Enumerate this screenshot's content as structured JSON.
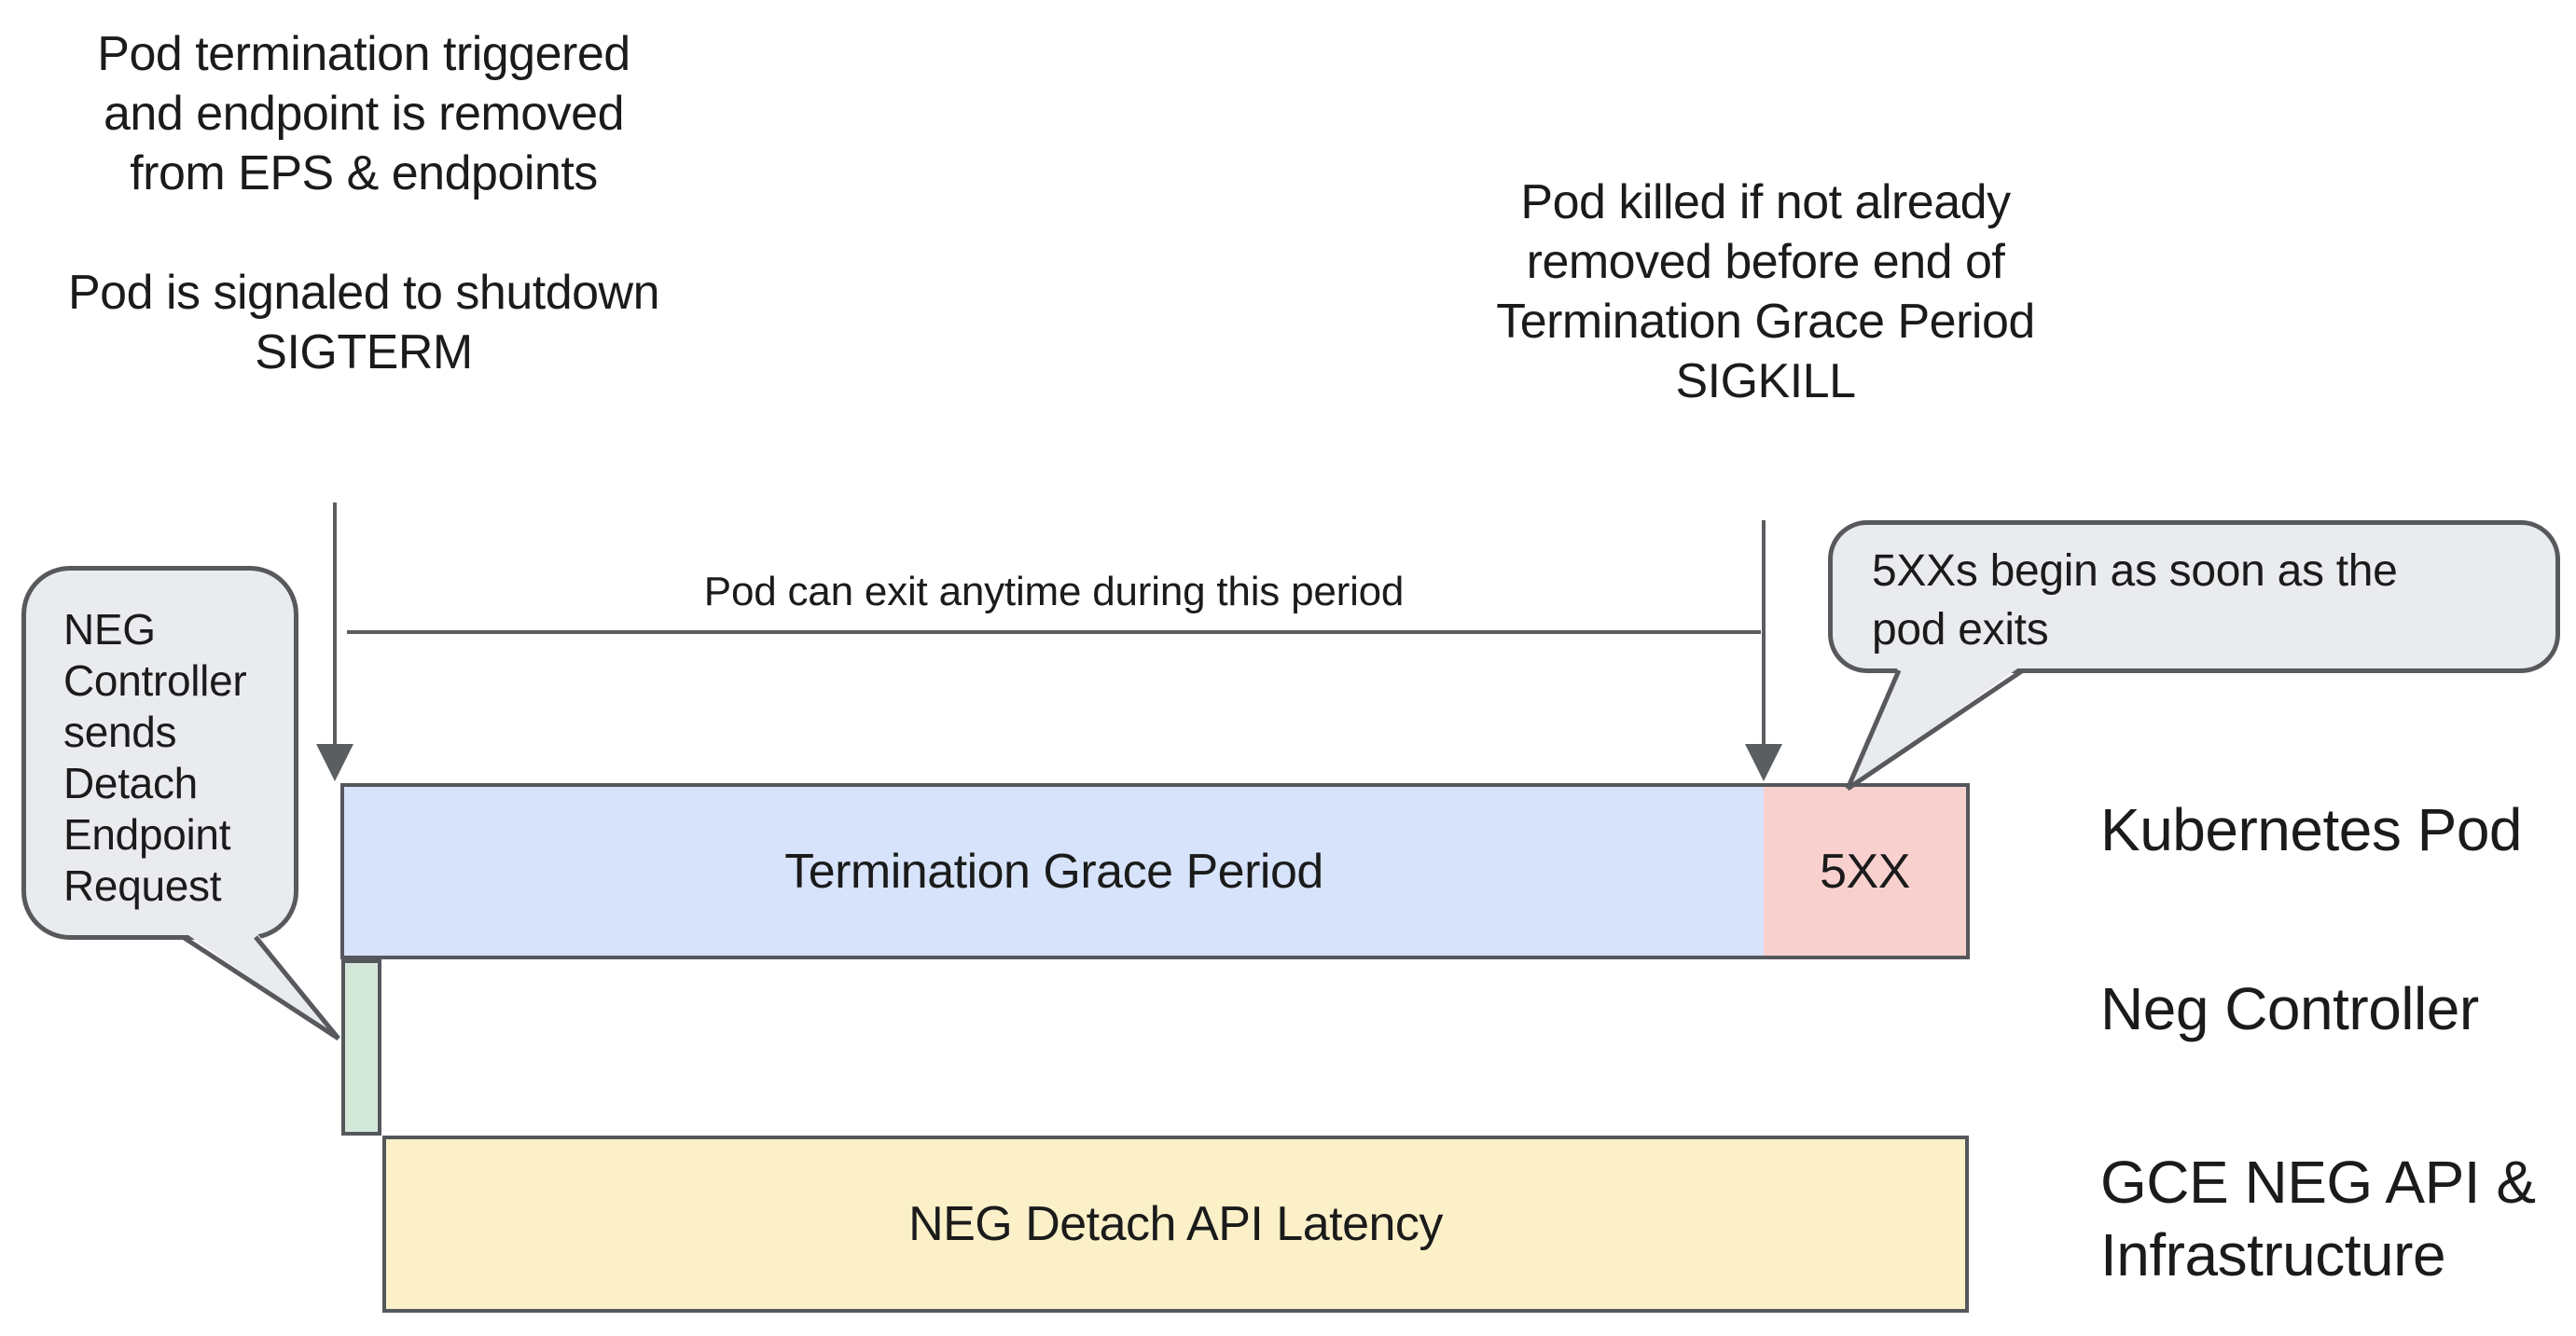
{
  "page": {
    "background": "#ffffff"
  },
  "colors": {
    "line": "#5b5e61",
    "bar_border": "#54575b",
    "callout_fill": "#e9ebee",
    "callout_border": "#57595c",
    "text": "#1b1b1b"
  },
  "top_left_note": {
    "para1": [
      "Pod termination triggered",
      "and endpoint is removed",
      "from EPS & endpoints"
    ],
    "para2": [
      "Pod is signaled to shutdown",
      "SIGTERM"
    ]
  },
  "top_right_note": {
    "lines": [
      "Pod killed if not already",
      "removed before end of",
      "Termination Grace Period",
      "SIGKILL"
    ]
  },
  "timeline": {
    "period_label": "Pod can exit anytime during this period"
  },
  "callout_left": {
    "lines": [
      "NEG",
      "Controller",
      "sends",
      "Detach",
      "Endpoint",
      "Request"
    ]
  },
  "callout_right": {
    "lines": [
      "5XXs begin as soon as the",
      "pod exits"
    ]
  },
  "bars": {
    "termination": {
      "label": "Termination Grace Period",
      "fill": "#d6e3fa"
    },
    "error": {
      "label": "5XX",
      "fill": "#f8d1cf"
    },
    "detach": {
      "label": "",
      "fill": "#d3e8d8"
    },
    "latency": {
      "label": "NEG Detach API Latency",
      "fill": "#fbf0c8"
    }
  },
  "row_labels": {
    "pod": "Kubernetes Pod",
    "controller": "Neg Controller",
    "gce_line1": "GCE NEG API &",
    "gce_line2": "Infrastructure"
  }
}
